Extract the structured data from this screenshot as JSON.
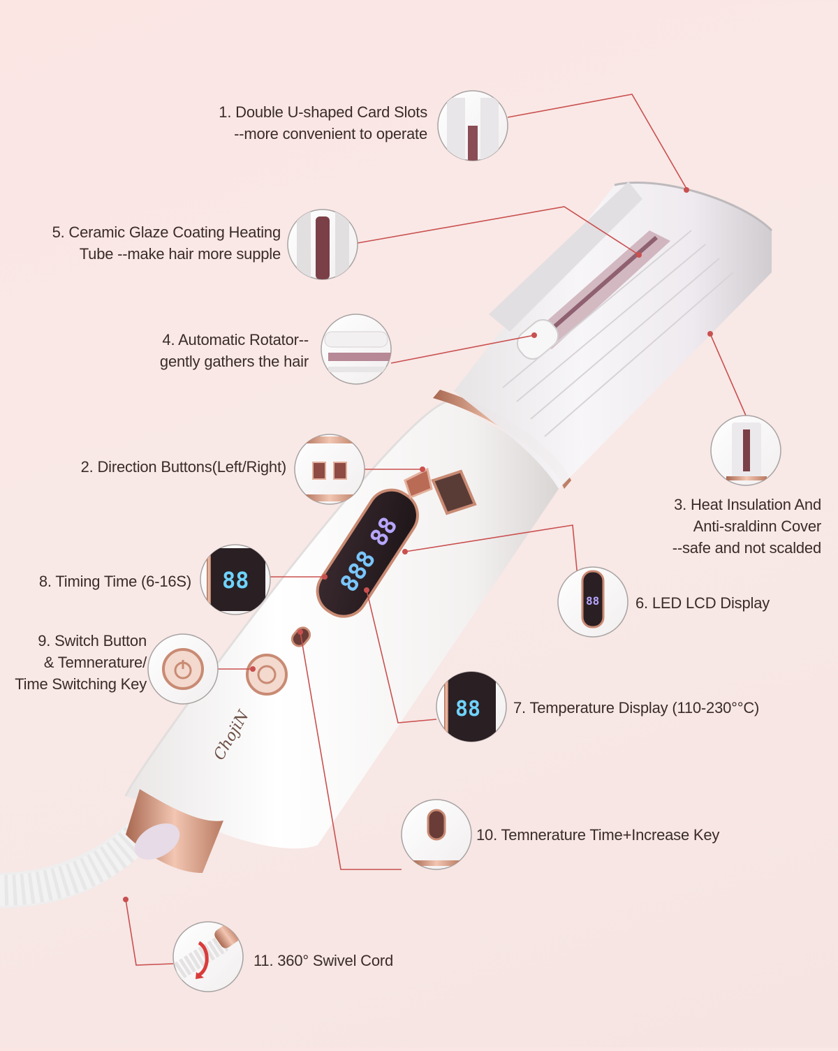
{
  "colors": {
    "background": "#f8e8e6",
    "leader_line": "#c9504f",
    "rose_gold": "#c98a73",
    "body_white": "#f7f5f4",
    "label_text": "#3a2b28",
    "led_blue": "#6fd3ff"
  },
  "brand": "ChojiN",
  "callouts": [
    {
      "id": "c1",
      "text": "1. Double U-shaped Card Slots\n--more convenient to operate",
      "detail": "slots-icon"
    },
    {
      "id": "c5",
      "text": "5.  Ceramic Glaze Coating Heating\nTube --make hair more supple",
      "detail": "heating-tube-icon"
    },
    {
      "id": "c4",
      "text": "4. Automatic Rotator--\ngently gathers the hair",
      "detail": "rotator-icon"
    },
    {
      "id": "c2",
      "text": "2. Direction Buttons(Left/Right)",
      "detail": "direction-buttons-icon"
    },
    {
      "id": "c3",
      "text": "3. Heat Insulation And\nAnti-sraldinn Cover\n--safe and not scalded",
      "detail": "cover-icon"
    },
    {
      "id": "c8",
      "text": "8. Timing Time (6-16S)",
      "detail": "timer-icon"
    },
    {
      "id": "c6",
      "text": "6. LED LCD Display",
      "detail": "led-display-icon"
    },
    {
      "id": "c9",
      "text": "9. Switch Button\n& Temnerature/\nTime Switching Key",
      "detail": "power-icon"
    },
    {
      "id": "c7",
      "text": "7. Temperature Display (110-230°°C)",
      "detail": "temperature-icon"
    },
    {
      "id": "c10",
      "text": "10. Temnerature Time+Increase Key",
      "detail": "increase-key-icon"
    },
    {
      "id": "c11",
      "text": "11. 360° Swivel Cord",
      "detail": "swivel-cord-icon"
    }
  ]
}
